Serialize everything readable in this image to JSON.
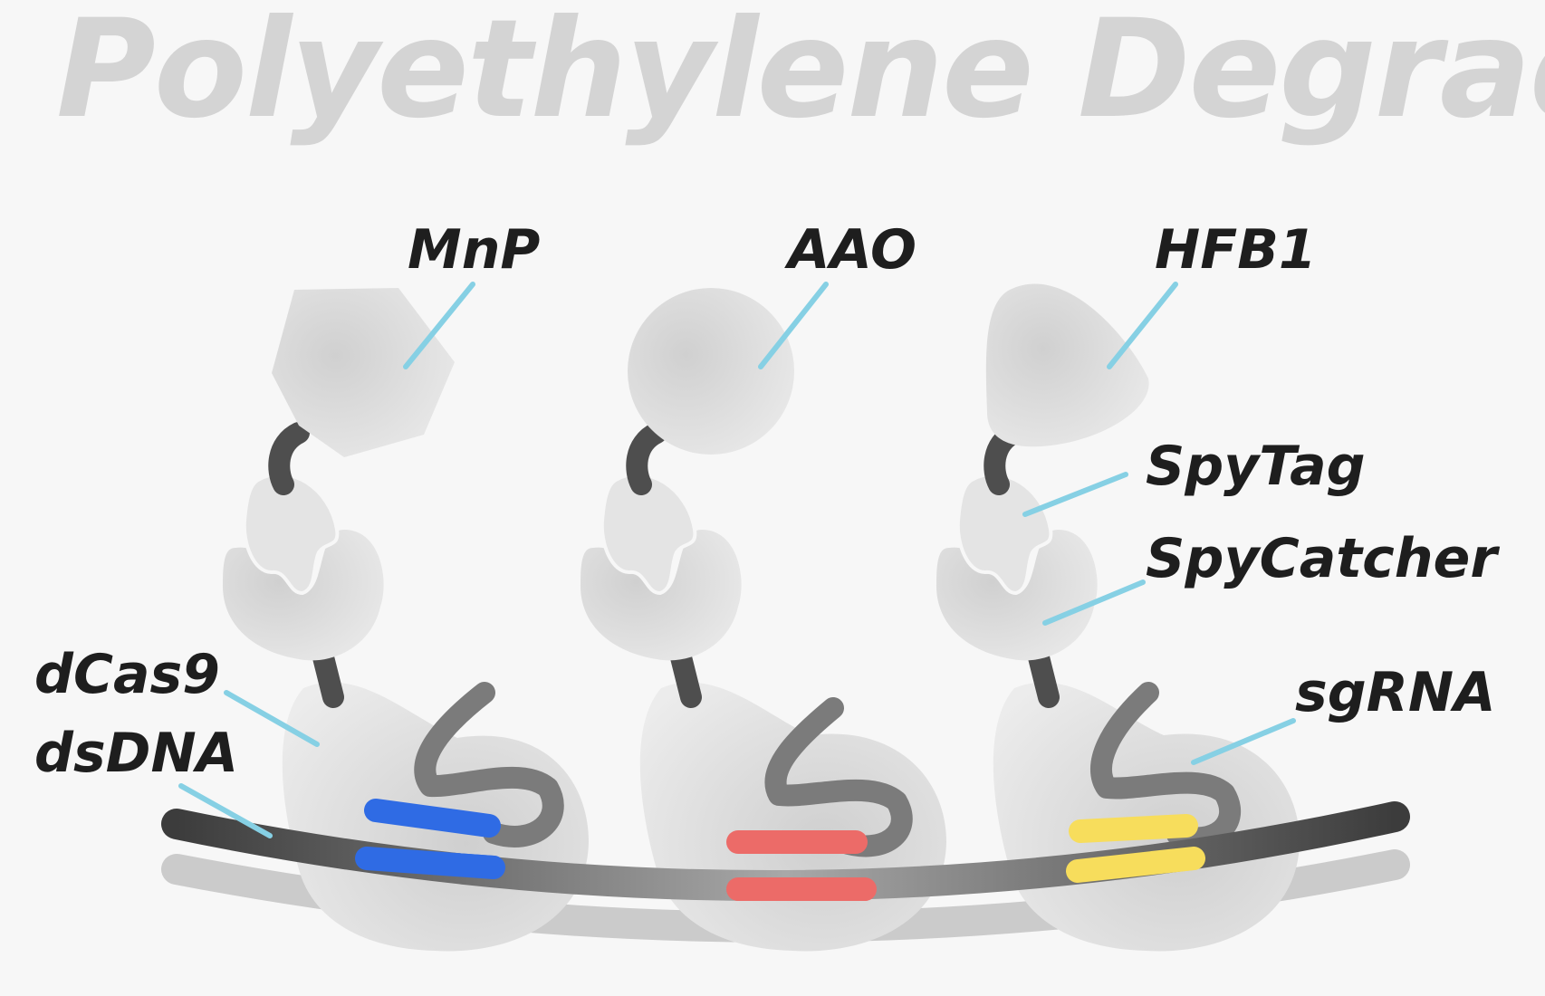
{
  "title": "Polyethylene Degradist",
  "labels": {
    "mnp": "MnP",
    "aao": "AAO",
    "hfb1": "HFB1",
    "spytag": "SpyTag",
    "spycatcher": "SpyCatcher",
    "dcas9": "dCas9",
    "dsdna": "dsDNA",
    "sgrna": "sgRNA"
  },
  "colors": {
    "guide_1": "#2f6be4",
    "guide_2": "#ec6b68",
    "guide_3": "#f7dd5c",
    "leader": "#86d0e4",
    "protein": "#dedede",
    "linker": "#4e4e4e",
    "rna": "#7b7b7b",
    "title": "#d4d4d4"
  }
}
